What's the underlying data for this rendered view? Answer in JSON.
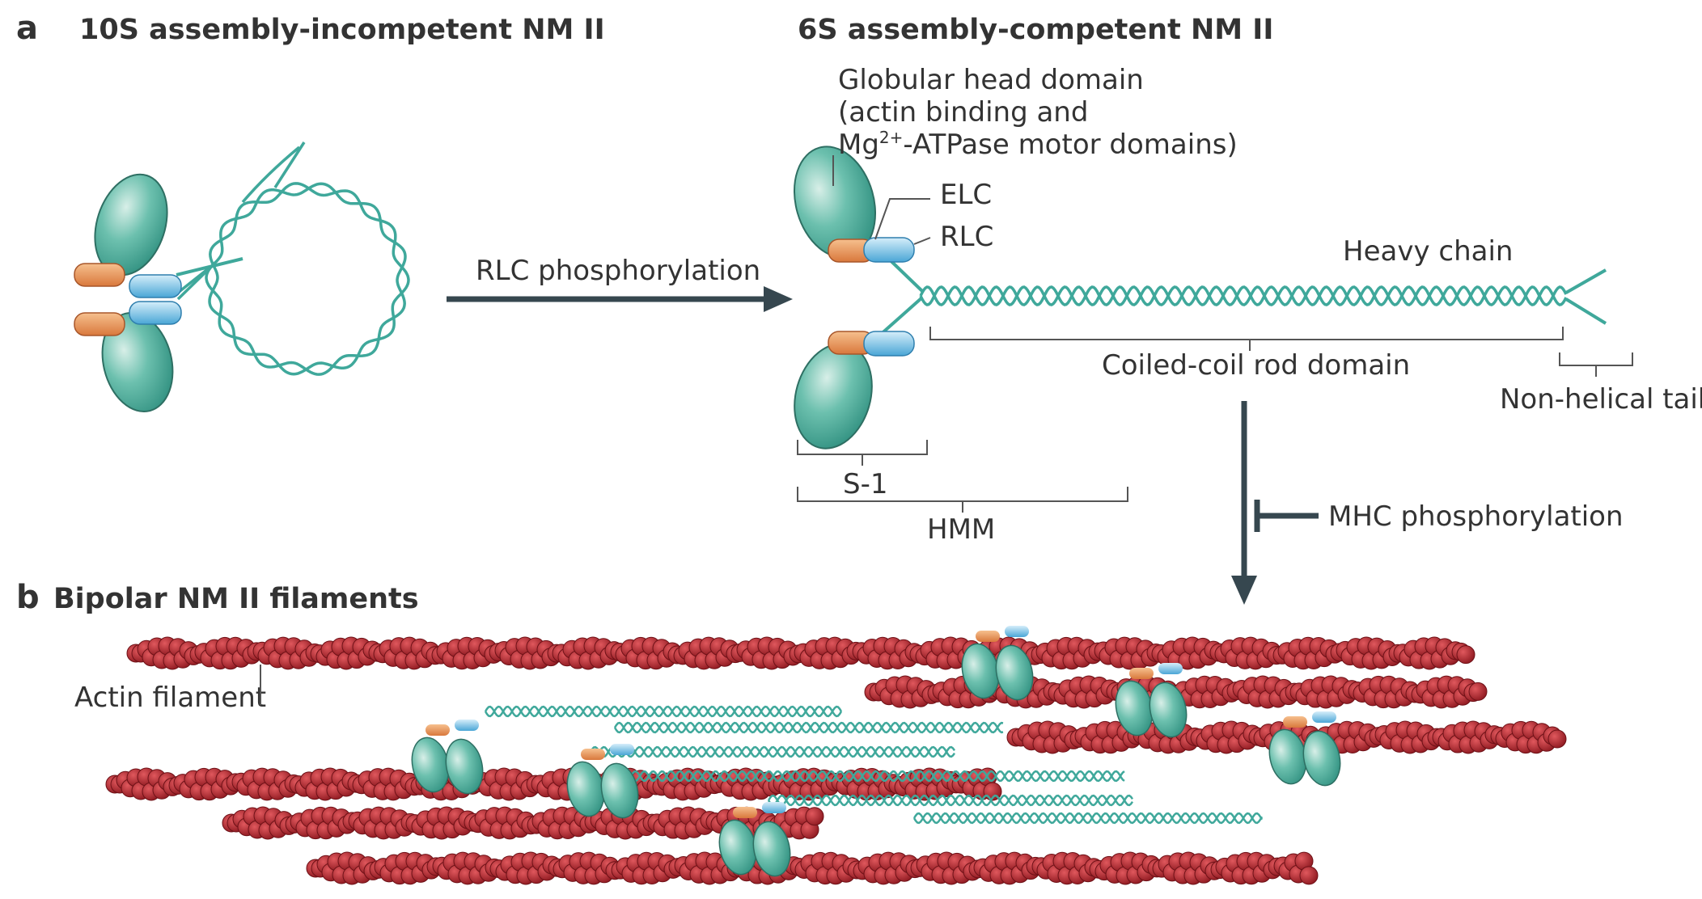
{
  "panel_a": {
    "letter": "a",
    "left_title": "10S assembly-incompetent NM II",
    "right_title": "6S assembly-competent NM II",
    "arrow_label": "RLC phosphorylation",
    "head_label_line1": "Globular head domain",
    "head_label_line2": "(actin binding and",
    "head_label_line3_pre": "Mg",
    "head_label_line3_sup": "2+",
    "head_label_line3_post": "-ATPase motor domains)",
    "elc_label": "ELC",
    "rlc_label": "RLC",
    "heavy_chain_label": "Heavy chain",
    "coiled_coil_label": "Coiled-coil rod domain",
    "tail_label": "Non-helical tail",
    "s1_label": "S-1",
    "hmm_label": "HMM",
    "inhibit_label": "MHC phosphorylation"
  },
  "panel_b": {
    "letter": "b",
    "title": "Bipolar NM II filaments",
    "actin_label": "Actin filament"
  },
  "colors": {
    "head": "#5fb8a6",
    "elc": "#e8955a",
    "rlc": "#6ab8e0",
    "coil": "#3fa89b",
    "actin": "#b5262e",
    "arrow": "#36474f",
    "text": "#333333"
  }
}
